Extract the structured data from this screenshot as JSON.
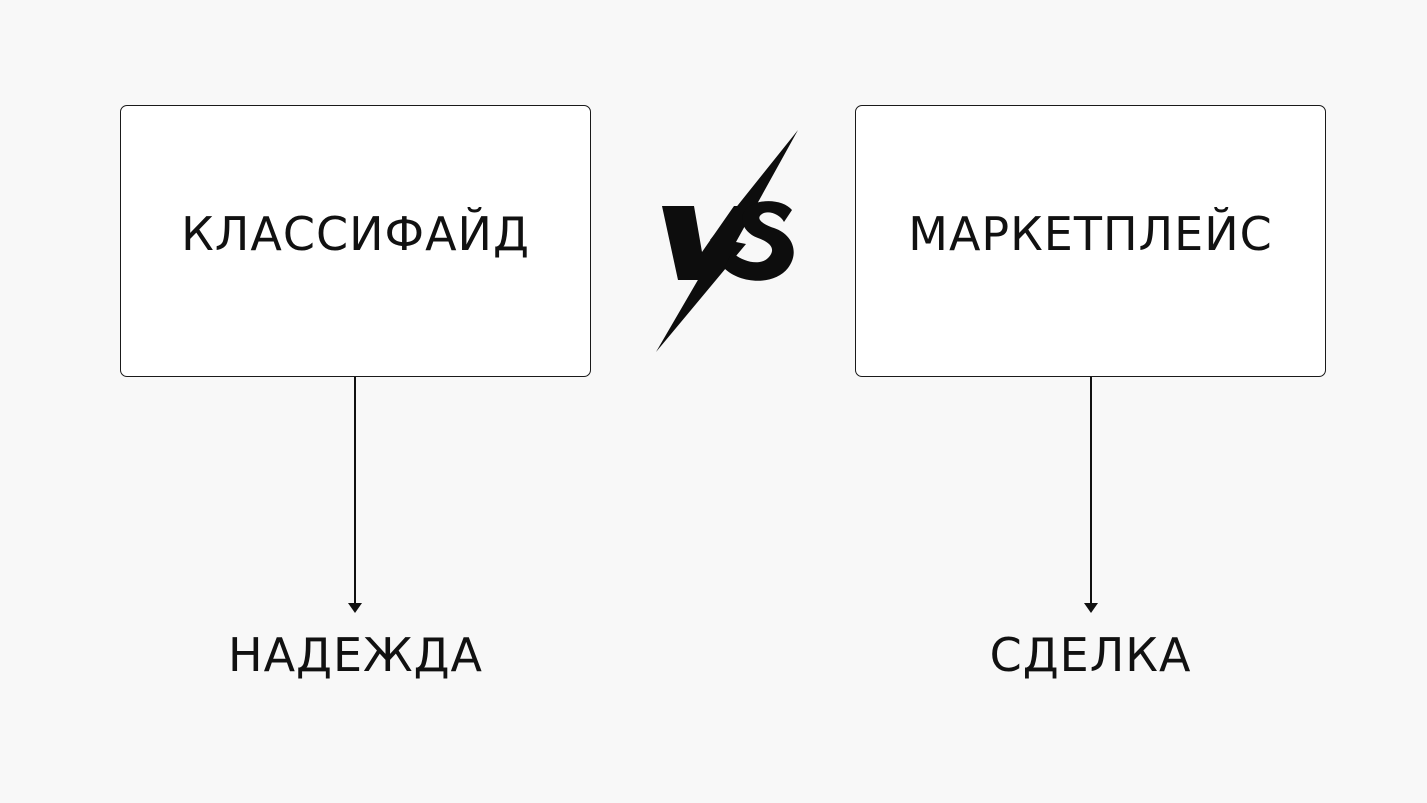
{
  "diagram": {
    "left": {
      "box_label": "КЛАССИФАЙД",
      "outcome": "НАДЕЖДА"
    },
    "right": {
      "box_label": "МАРКЕТПЛЕЙС",
      "outcome": "СДЕЛКА"
    },
    "versus": {
      "label": "VS",
      "icon": "vs-lightning-icon"
    }
  },
  "colors": {
    "background": "#f8f8f8",
    "box_fill": "#ffffff",
    "ink": "#111111"
  }
}
